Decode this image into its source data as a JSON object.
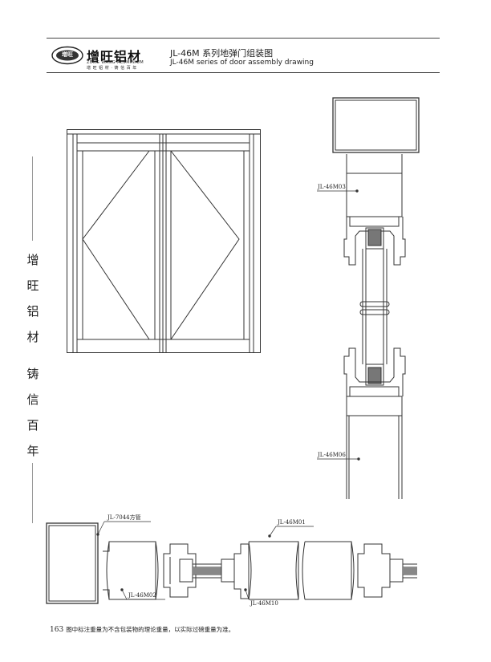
{
  "header": {
    "logo_text": "增旺铝材",
    "logo_badge": "增旺",
    "logo_en": "ZENG WANG ALUMINIUM",
    "logo_slogan": "增 旺 铝 材 · 铸 信 百 年",
    "title_cn": "JL-46M 系列地弹门组装图",
    "title_en": "JL-46M series of door assembly drawing"
  },
  "sidebar": {
    "chars": [
      "增",
      "旺",
      "铝",
      "材",
      "铸",
      "信",
      "百",
      "年"
    ]
  },
  "labels": {
    "m03": "JL-46M03",
    "m06": "JL-46M06",
    "pipe": "JL-7044方管",
    "m01": "JL-46M01",
    "m02": "JL-46M02",
    "m10": "JL-46M10"
  },
  "footer": {
    "page": "163",
    "note": "图中标注重量为不含包装物的理论重量，以实际过磅重量为准。"
  }
}
